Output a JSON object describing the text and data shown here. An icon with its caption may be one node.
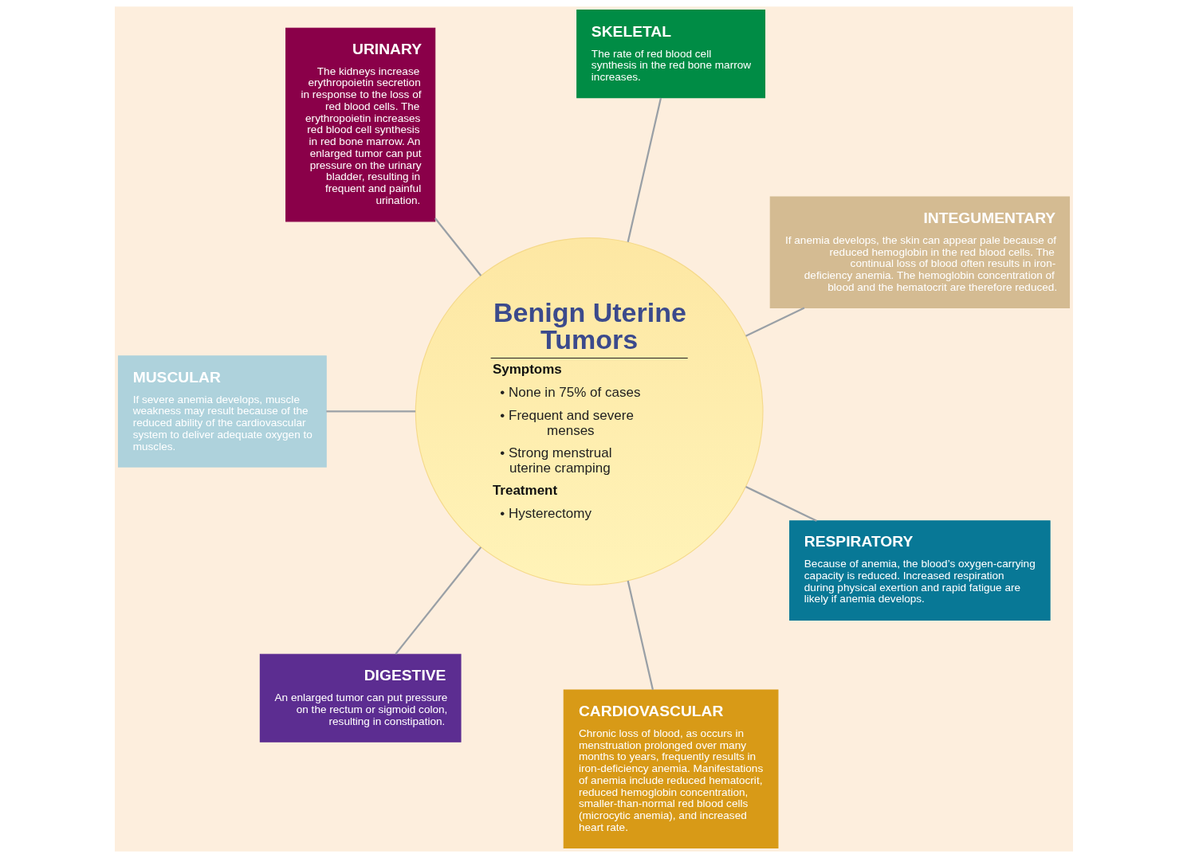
{
  "diagram": {
    "nodes": [
      {
        "text": [
          "INTEGUMENTARY",
          "If anemia develops, the skin can appear pale because of reduced hemoglobin in the red blood cells. The continual loss of blood often results in iron-deficiency anemia. The hemoglobin concentration of blood and the hematocrit are therefore reduced."
        ]
      },
      {
        "text": [
          "SKELETAL",
          "The rate of red blood cell synthesis in the red bone marrow increases."
        ]
      },
      {
        "text": [
          "URINARY",
          "The kidneys increase erythropoietin secretion in response to the loss of red blood cells. The erythropoietin increases red blood cell synthesis in red bone marrow. An enlarged tumor can put pressure on the urinary bladder, resulting in frequent and painful urination."
        ]
      },
      {
        "text": [
          "Benign Uterine Tumors",
          "Symptoms",
          "• None in 75% of cases",
          "• Frequent and severe menses",
          "• Strong menstrual uterine cramping",
          "Treatment",
          "• Hysterectomy"
        ]
      },
      {
        "text": [
          "MUSCULAR",
          "If severe anemia develops, muscle weakness may result because of the reduced ability of the cardiovascular system to deliver adequate oxygen to muscles."
        ]
      },
      {
        "text": [
          "DIGESTIVE",
          "An enlarged tumor can put pressure on the rectum or sigmoid colon, resulting in constipation."
        ]
      },
      {
        "text": [
          "CARDIOVASCULAR",
          "Chronic loss of blood, as occurs in menstruation prolonged over many months to years, frequently results in iron-deficiency anemia. Manifestations of anemia include reduced hematocrit, reduced hemoglobin concentration, smaller-than-normal red blood cells (microcytic anemia), and increased heart rate."
        ]
      },
      {
        "text": [
          "RESPIRATORY",
          "Because of anemia, the blood’s oxygen-carrying capacity is reduced. Increased respiration during physical exertion and rapid fatigue are likely if anemia develops."
        ]
      }
    ],
    "edges": [
      {
        "from": 3,
        "to": 0,
        "arrow": "none"
      },
      {
        "from": 3,
        "to": 1,
        "arrow": "none"
      },
      {
        "from": 3,
        "to": 2,
        "arrow": "none"
      },
      {
        "from": 3,
        "to": 4,
        "arrow": "none"
      },
      {
        "from": 3,
        "to": 5,
        "arrow": "none"
      },
      {
        "from": 3,
        "to": 6,
        "arrow": "none"
      },
      {
        "from": 3,
        "to": 7,
        "arrow": "none"
      }
    ]
  }
}
